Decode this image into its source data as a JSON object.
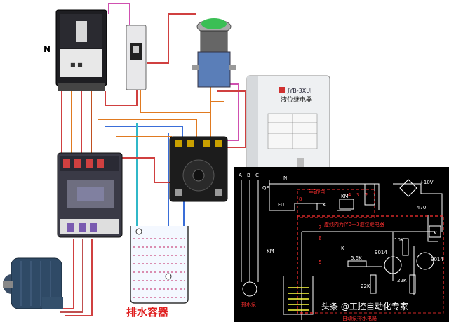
{
  "labels": {
    "n_breaker": "N",
    "relay_brand": "JYB-3XUI",
    "relay_title": "液位继电器",
    "container_caption": "排水容器",
    "watermark": "头条 @工控自动化专家"
  },
  "schematic": {
    "phases": [
      "A",
      "B",
      "C"
    ],
    "qf": "QF",
    "n": "N",
    "fu": "FU",
    "km": "KM",
    "km_coil": "KM",
    "voltage": "+10V",
    "cap": "470",
    "r1": "10K",
    "r2": "5.6K",
    "r3": "22K",
    "r4": "22K",
    "t1": "9014",
    "t2": "9014",
    "k1": "K",
    "k2": "K",
    "k3": "K",
    "switch_label": "手动/自",
    "relay_note": "虚线内为JYB—3液位继电器",
    "motor_label": "排水泵",
    "bottom_title": "自动泵排水电路",
    "pins": [
      "8",
      "7",
      "6",
      "5",
      "4",
      "3",
      "2",
      "1"
    ]
  },
  "colors": {
    "schematic_bg": "#000000",
    "schematic_wire": "#ffffff",
    "schematic_red": "#ff3030",
    "schematic_yellow": "#ffff40",
    "wire_red": "#d04040",
    "wire_orange": "#e07a20",
    "wire_blue": "#3a6ed8",
    "wire_cyan": "#30b8c8",
    "wire_pink": "#d050b0",
    "caption_red": "#e02020"
  }
}
